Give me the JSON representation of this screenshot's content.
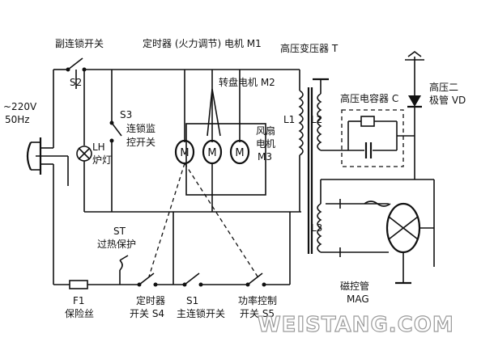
{
  "labels": {
    "s2_title": "副连锁开关",
    "s2": "S2",
    "timer_motor": "定时器 (火力调节) 电机 M1",
    "hv_transformer": "高压变压器 T",
    "mains_v": "~220V",
    "mains_f": "50Hz",
    "s3_a": "S3",
    "s3_b": "连锁监",
    "s3_c": "控开关",
    "lamp_a": "LH",
    "lamp_b": "炉灯",
    "turntable": "转盘电机 M2",
    "fan_a": "风扇",
    "fan_b": "电机",
    "fan_c": "M3",
    "l1": "L1",
    "l2": "L2",
    "l3": "L3",
    "hv_cap": "高压电容器 C",
    "hv_diode_a": "高压二",
    "hv_diode_b": "极管 VD",
    "st_a": "ST",
    "st_b": "过热保护",
    "f1_a": "F1",
    "f1_b": "保险丝",
    "s4_a": "定时器",
    "s4_b": "开关 S4",
    "s1_a": "S1",
    "s1_b": "主连锁开关",
    "s5_a": "功率控制",
    "s5_b": "开关 S5",
    "mag_a": "磁控管",
    "mag_b": "MAG",
    "motor_symbol": "M",
    "watermark": "WEISTANG.COM"
  },
  "colors": {
    "ink": "#111111",
    "watermark": "#9a9a9a",
    "background": "#ffffff"
  }
}
